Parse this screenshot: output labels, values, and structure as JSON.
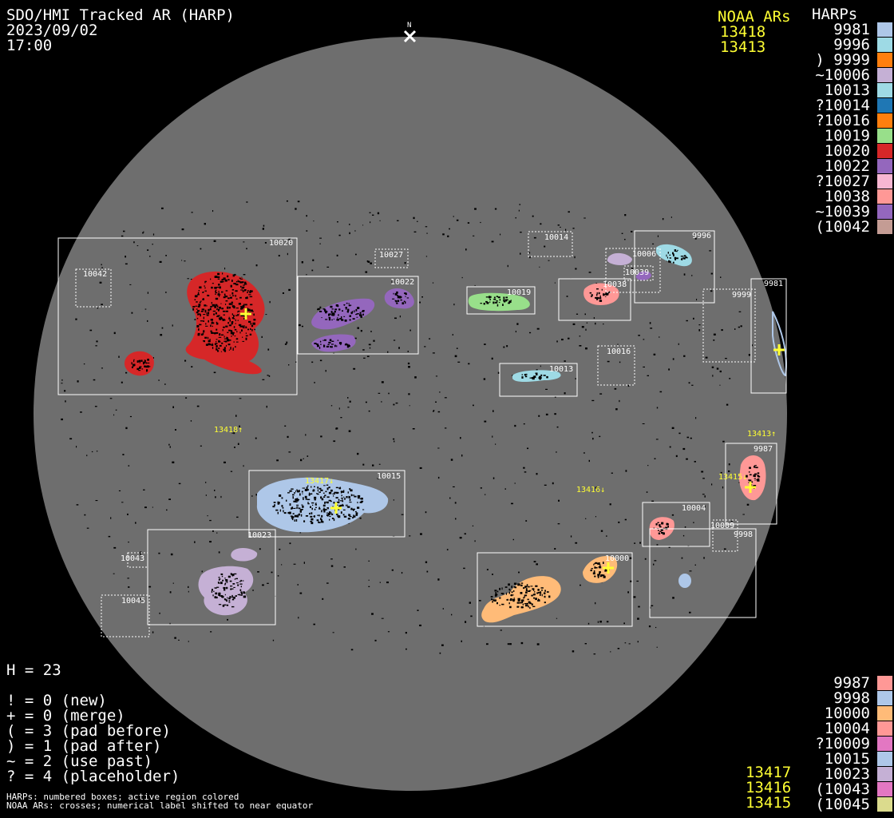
{
  "title": "SDO/HMI Tracked AR (HARP)",
  "date": "2023/09/02",
  "time": "17:00",
  "north_marker": "N",
  "noaa_header": "NOAA ARs",
  "noaa_top": [
    "13418",
    "13413"
  ],
  "harps_header": "HARPs",
  "harps_top": [
    {
      "label": "9981",
      "color": "#aec7e8"
    },
    {
      "label": "9996",
      "color": "#9edae5"
    },
    {
      "label": ") 9999",
      "color": "#ff7f0e"
    },
    {
      "label": "~10006",
      "color": "#c5b0d5"
    },
    {
      "label": "10013",
      "color": "#9edae5"
    },
    {
      "label": "?10014",
      "color": "#1f77b4"
    },
    {
      "label": "?10016",
      "color": "#ff7f0e"
    },
    {
      "label": "10019",
      "color": "#98df8a"
    },
    {
      "label": "10020",
      "color": "#d62728"
    },
    {
      "label": "10022",
      "color": "#9467bd"
    },
    {
      "label": "?10027",
      "color": "#f7b6d2"
    },
    {
      "label": "10038",
      "color": "#ff9896"
    },
    {
      "label": "~10039",
      "color": "#9467bd"
    },
    {
      "label": "(10042",
      "color": "#c49c94"
    }
  ],
  "harps_bottom": [
    {
      "label": "9987",
      "color": "#ff9896"
    },
    {
      "label": "9998",
      "color": "#aec7e8"
    },
    {
      "label": "10000",
      "color": "#ffbb78"
    },
    {
      "label": "10004",
      "color": "#ff9896"
    },
    {
      "label": "?10009",
      "color": "#e377c2"
    },
    {
      "label": "10015",
      "color": "#aec7e8"
    },
    {
      "label": "10023",
      "color": "#c5b0d5"
    },
    {
      "label": "(10043",
      "color": "#e377c2"
    },
    {
      "label": "(10045",
      "color": "#dbdb8d"
    }
  ],
  "noaa_bottom": [
    "13417",
    "13416",
    "13415"
  ],
  "stats": {
    "h": "H = 23",
    "new": "! = 0 (new)",
    "merge": "+ = 0 (merge)",
    "pad_before": "( = 3 (pad before)",
    "pad_after": ") = 1 (pad after)",
    "use_past": "~ = 2 (use past)",
    "placeholder": "? = 4 (placeholder)"
  },
  "footer": {
    "line1": "HARPs: numbered boxes; active region colored",
    "line2": "NOAA ARs: crosses; numerical label shifted to near equator"
  },
  "disk_labels": {
    "b10020": "10020",
    "b10042": "10042",
    "b10027": "10027",
    "b10022": "10022",
    "b10014": "10014",
    "b9996": "9996",
    "b10006": "10006",
    "b10039": "10039",
    "b10019": "10019",
    "b10038": "10038",
    "b9981": "9981",
    "b9999": "9999",
    "b10016": "10016",
    "b10013": "10013",
    "b10015": "10015",
    "b10023": "10023",
    "b10043": "10043",
    "b10045": "10045",
    "b10000": "10000",
    "b10004": "10004",
    "b10009": "10009",
    "b9998": "9998",
    "b9987": "9987",
    "n13418": "13418↑",
    "n13413": "13413↑",
    "n13417": "13417↓",
    "n13416": "13416↓",
    "n13415": "13415↓"
  },
  "colors": {
    "disk": "#6e6e6e",
    "noaa": "#ffff33",
    "box": "#ffffff"
  }
}
